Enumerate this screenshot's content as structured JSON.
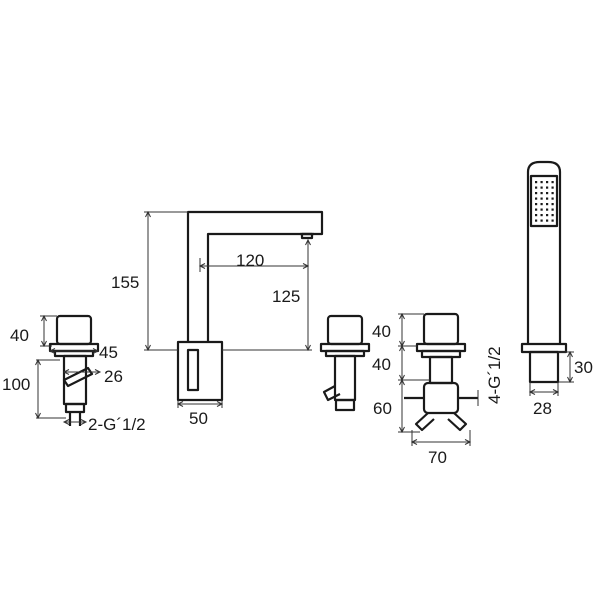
{
  "colors": {
    "line": "#1a1a1a",
    "dimension": "#333333",
    "background": "#ffffff"
  },
  "left_valve": {
    "dims": {
      "cap_height": "40",
      "body_width": "45",
      "stem_width": "26",
      "body_height": "100",
      "thread": "2-G´1/2"
    }
  },
  "spout": {
    "dims": {
      "height": "155",
      "reach": "120",
      "outlet_height": "125",
      "base_width": "50"
    }
  },
  "diverter": {
    "dims": {
      "cap_height": "40",
      "collar_height": "40",
      "body_height": "60",
      "width": "70",
      "thread": "4-G´1/2"
    }
  },
  "hand_shower": {
    "dims": {
      "holder_height": "30",
      "holder_width": "28"
    }
  }
}
